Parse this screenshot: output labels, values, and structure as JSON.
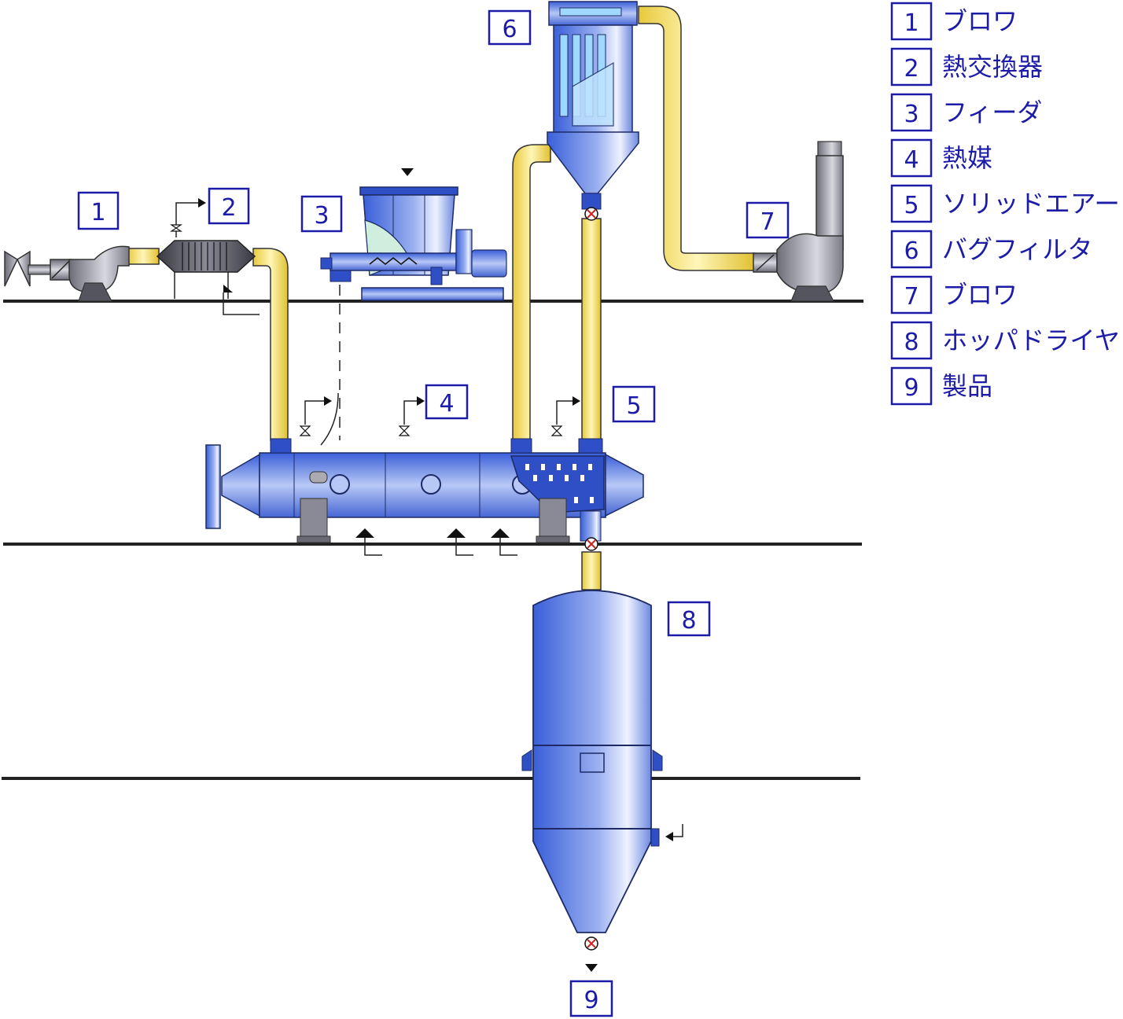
{
  "callouts": [
    {
      "num": "1"
    },
    {
      "num": "2"
    },
    {
      "num": "3"
    },
    {
      "num": "4"
    },
    {
      "num": "5"
    },
    {
      "num": "6"
    },
    {
      "num": "7"
    },
    {
      "num": "8"
    },
    {
      "num": "9"
    }
  ],
  "legend": [
    {
      "num": "1",
      "label": "ブロワ"
    },
    {
      "num": "2",
      "label": "熱交換器"
    },
    {
      "num": "3",
      "label": "フィーダ"
    },
    {
      "num": "4",
      "label": "熱媒"
    },
    {
      "num": "5",
      "label": "ソリッドエアー"
    },
    {
      "num": "6",
      "label": "バグフィルタ"
    },
    {
      "num": "7",
      "label": "ブロワ"
    },
    {
      "num": "8",
      "label": "ホッパドライヤ"
    },
    {
      "num": "9",
      "label": "製品"
    }
  ],
  "colors": {
    "label_blue": "#1c1ca8",
    "equipment_blue": "#5577dd",
    "pipe_yellow": "#f2dc4a",
    "blower_gray": "#8a8a96",
    "feed_green": "#cfeedd"
  },
  "icons": [
    "valve-icon",
    "flow-arrow-icon",
    "sight-glass-icon",
    "fan-inlet-icon"
  ]
}
